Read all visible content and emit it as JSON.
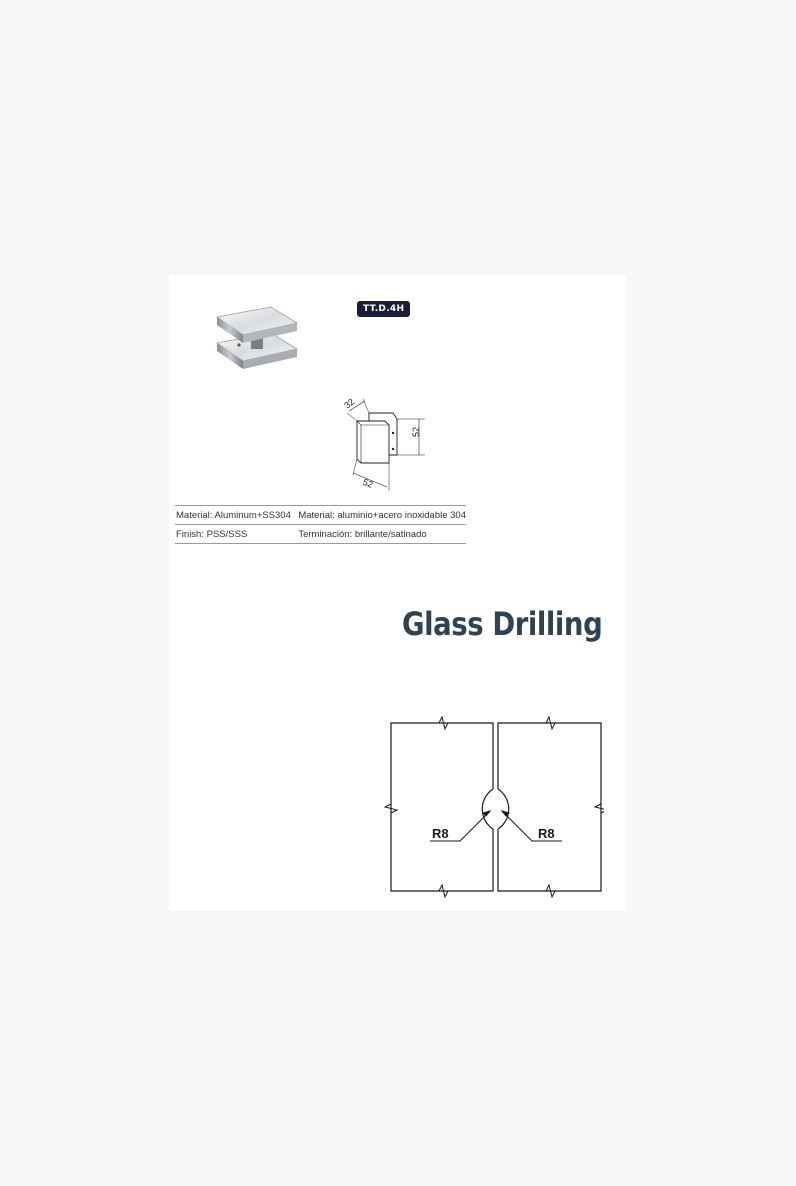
{
  "product": {
    "model_code": "TT.D.4H",
    "photo_icon": "square-glass-knob-photo"
  },
  "dimensions": {
    "depth": "32",
    "height": "52",
    "width": "52"
  },
  "specs": [
    {
      "en": "Material: Aluminum+SS304",
      "es": "Material: aluminio+acero inoxidable 304"
    },
    {
      "en": "Finish: PSS/SSS",
      "es": "Terminación: brillante/satinado"
    }
  ],
  "section": {
    "title": "Glass Drilling"
  },
  "drilling": {
    "left_radius": "R8",
    "right_radius": "R8"
  },
  "colors": {
    "page_bg": "#f7f7f7",
    "sheet_bg": "#ffffff",
    "badge_bg": "#1b1b3a",
    "title": "#2e4251",
    "rule": "#9a9a9a"
  }
}
